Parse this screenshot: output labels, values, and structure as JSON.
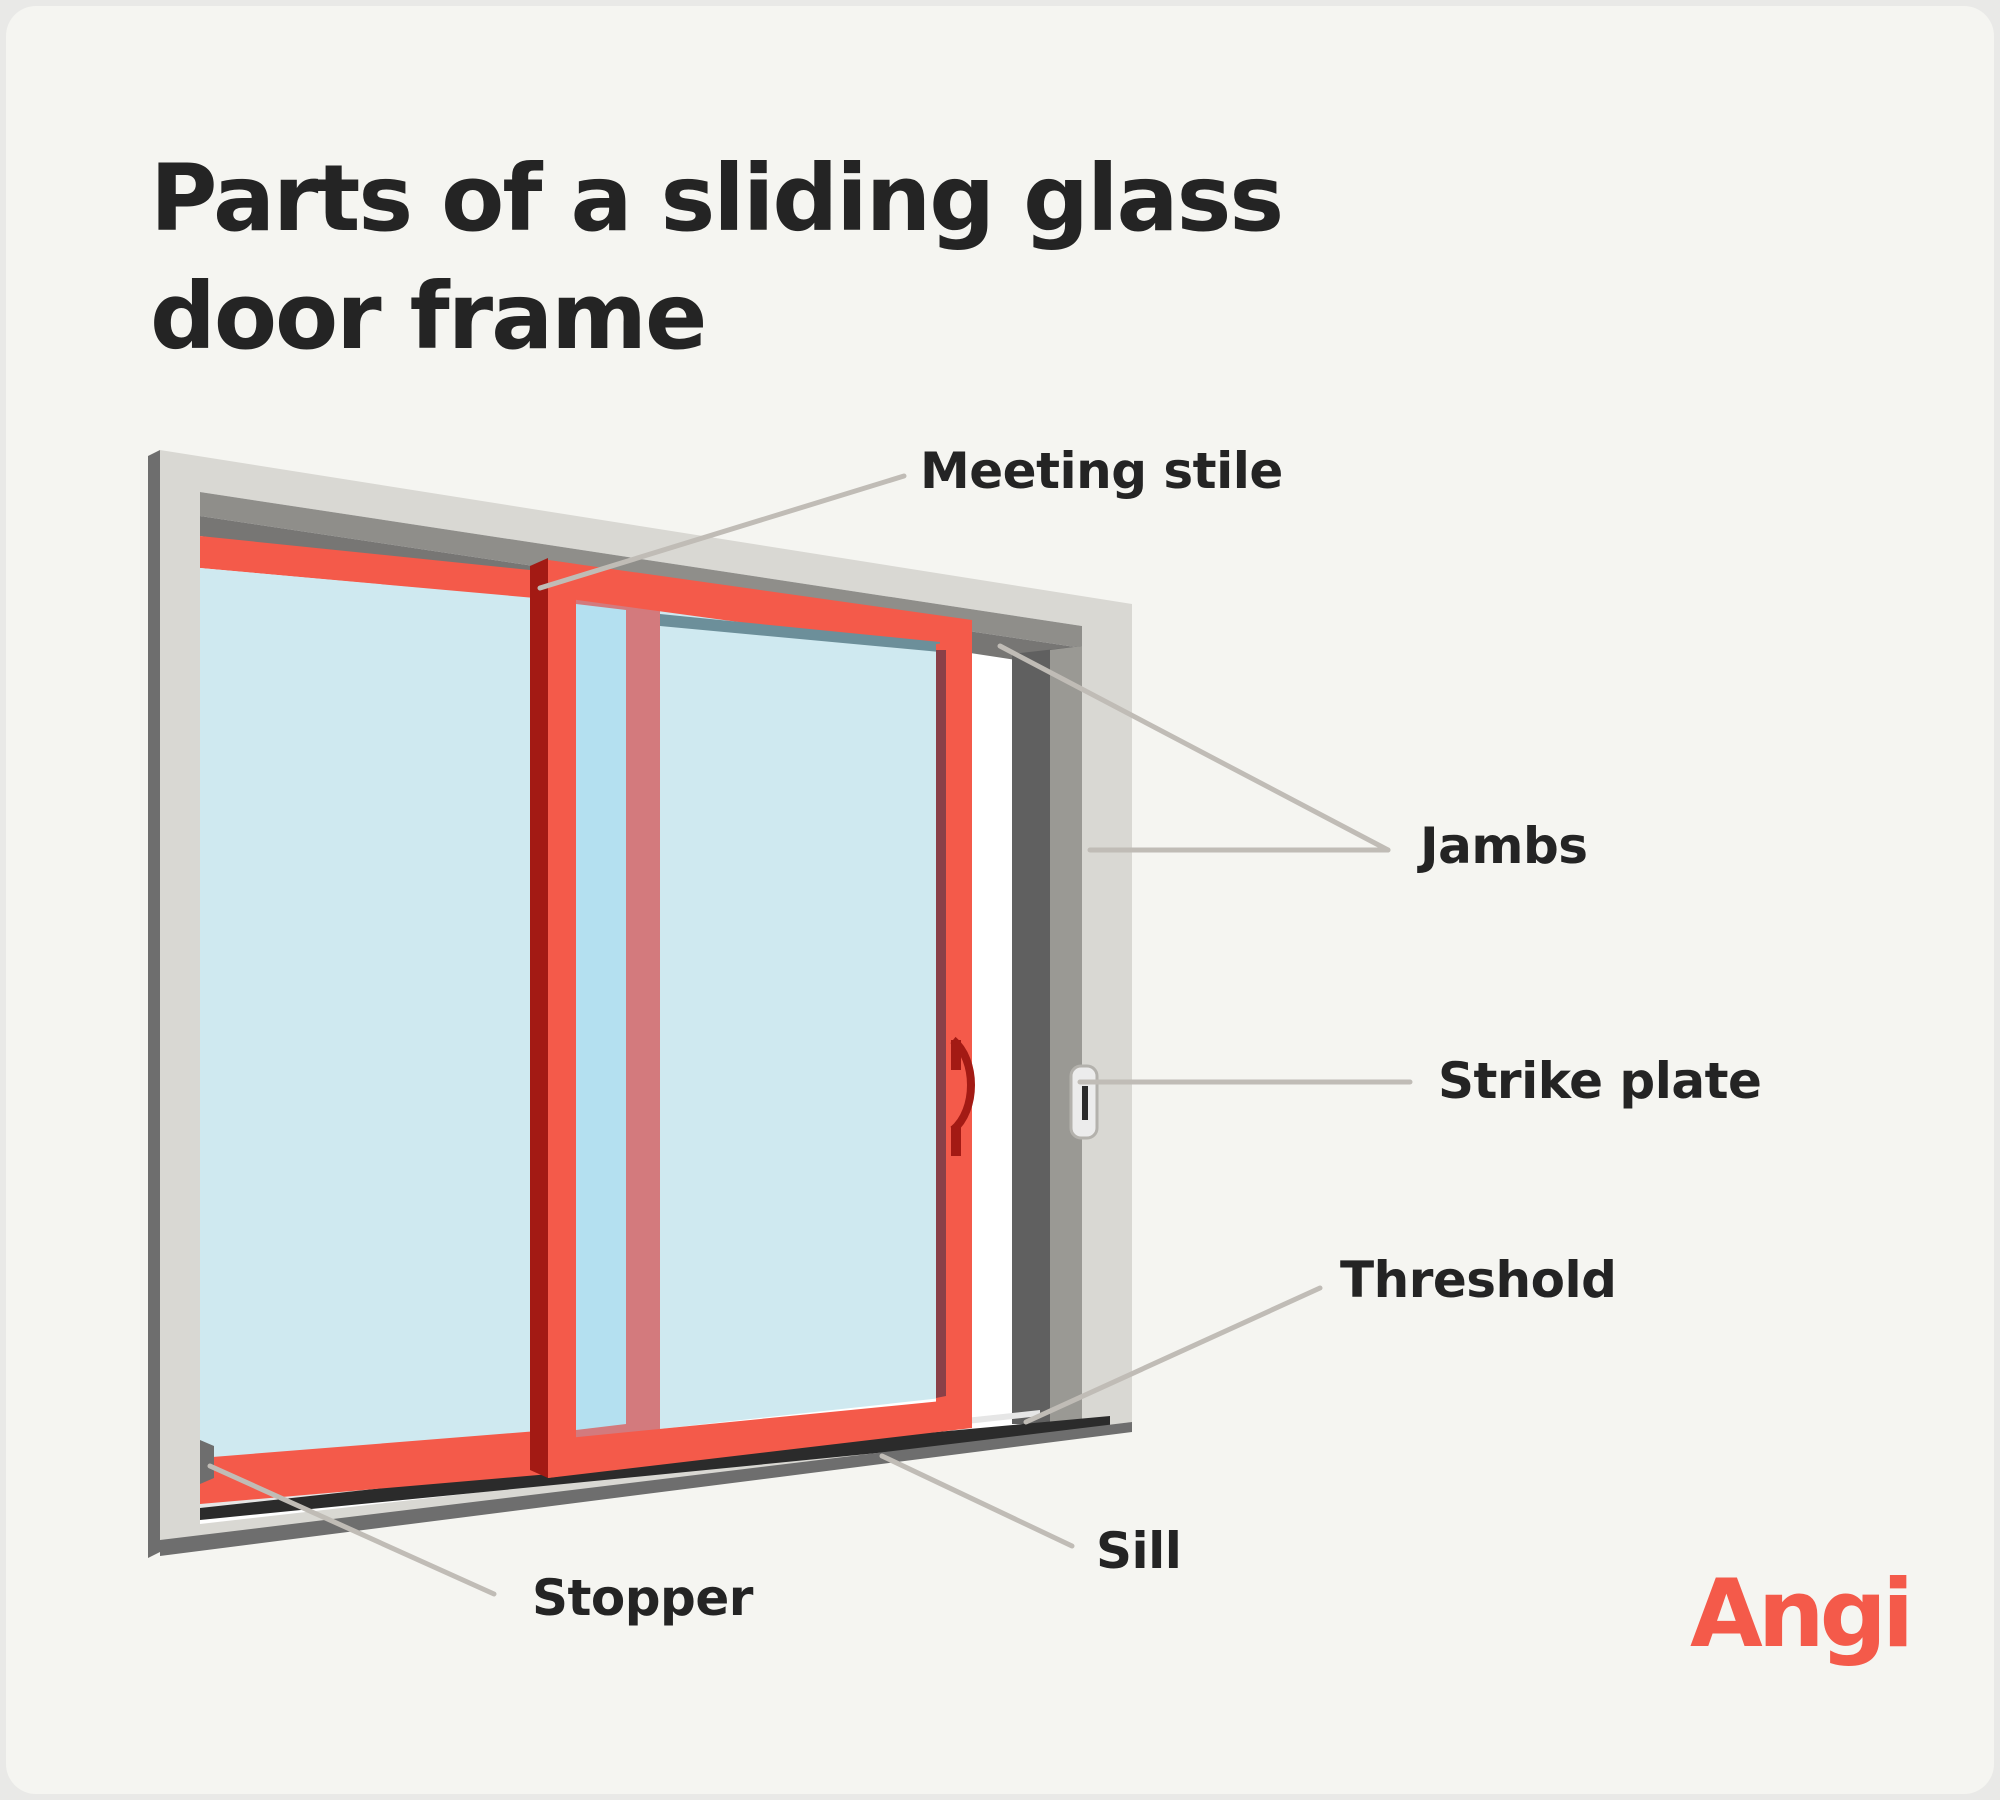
{
  "title": "Parts of a sliding glass door frame",
  "labels": {
    "meeting_stile": "Meeting stile",
    "jambs": "Jambs",
    "strike_plate": "Strike plate",
    "threshold": "Threshold",
    "sill": "Sill",
    "stopper": "Stopper"
  },
  "logo": "Angi",
  "colors": {
    "background": "#f5f5f1",
    "door_frame_red": "#f45a4a",
    "glass_blue": "#cfe9f0",
    "leader_line": "#c0bcb6",
    "logo_red": "#f45a4a"
  }
}
